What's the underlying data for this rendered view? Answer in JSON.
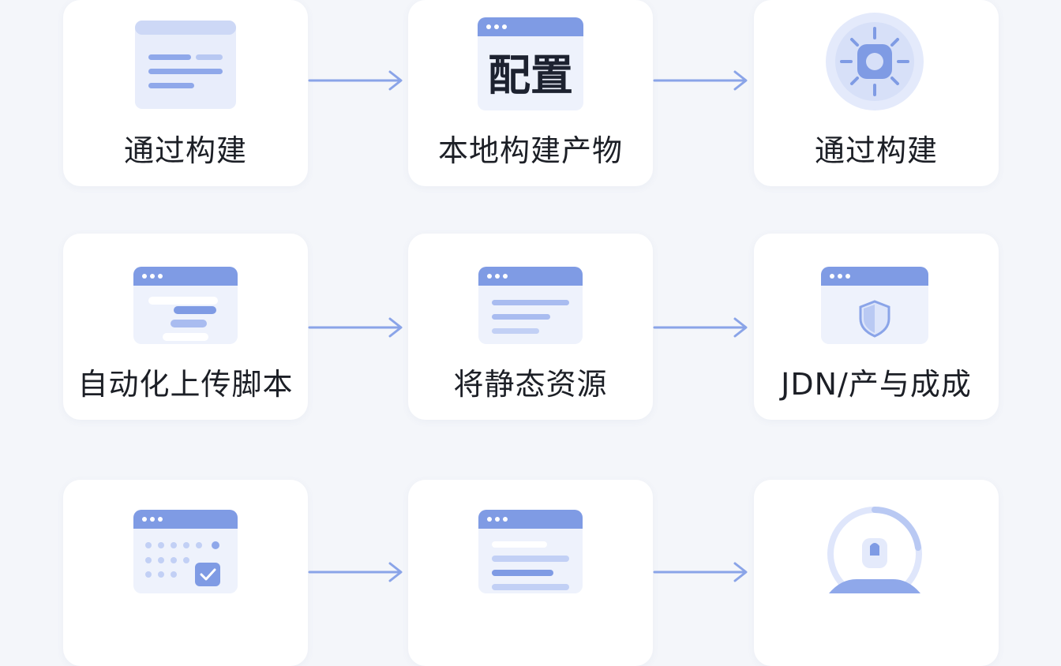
{
  "steps": [
    {
      "label": "通过构建",
      "icon": "document-panel-icon"
    },
    {
      "label": "本地构建产物",
      "icon": "config-window-icon",
      "badge": "配置"
    },
    {
      "label": "通过构建",
      "icon": "gear-badge-icon"
    },
    {
      "label": "自动化上传脚本",
      "icon": "upload-window-icon"
    },
    {
      "label": "将静态资源",
      "icon": "list-window-icon"
    },
    {
      "label": "JDN/产与成成",
      "icon": "shield-window-icon"
    },
    {
      "label": "",
      "icon": "calendar-window-icon"
    },
    {
      "label": "",
      "icon": "progress-window-icon"
    },
    {
      "label": "",
      "icon": "lock-ring-icon"
    }
  ],
  "colors": {
    "accent": "#7f9be4",
    "accent_light": "#dfe6fb",
    "arrow": "#8aa4e8"
  }
}
